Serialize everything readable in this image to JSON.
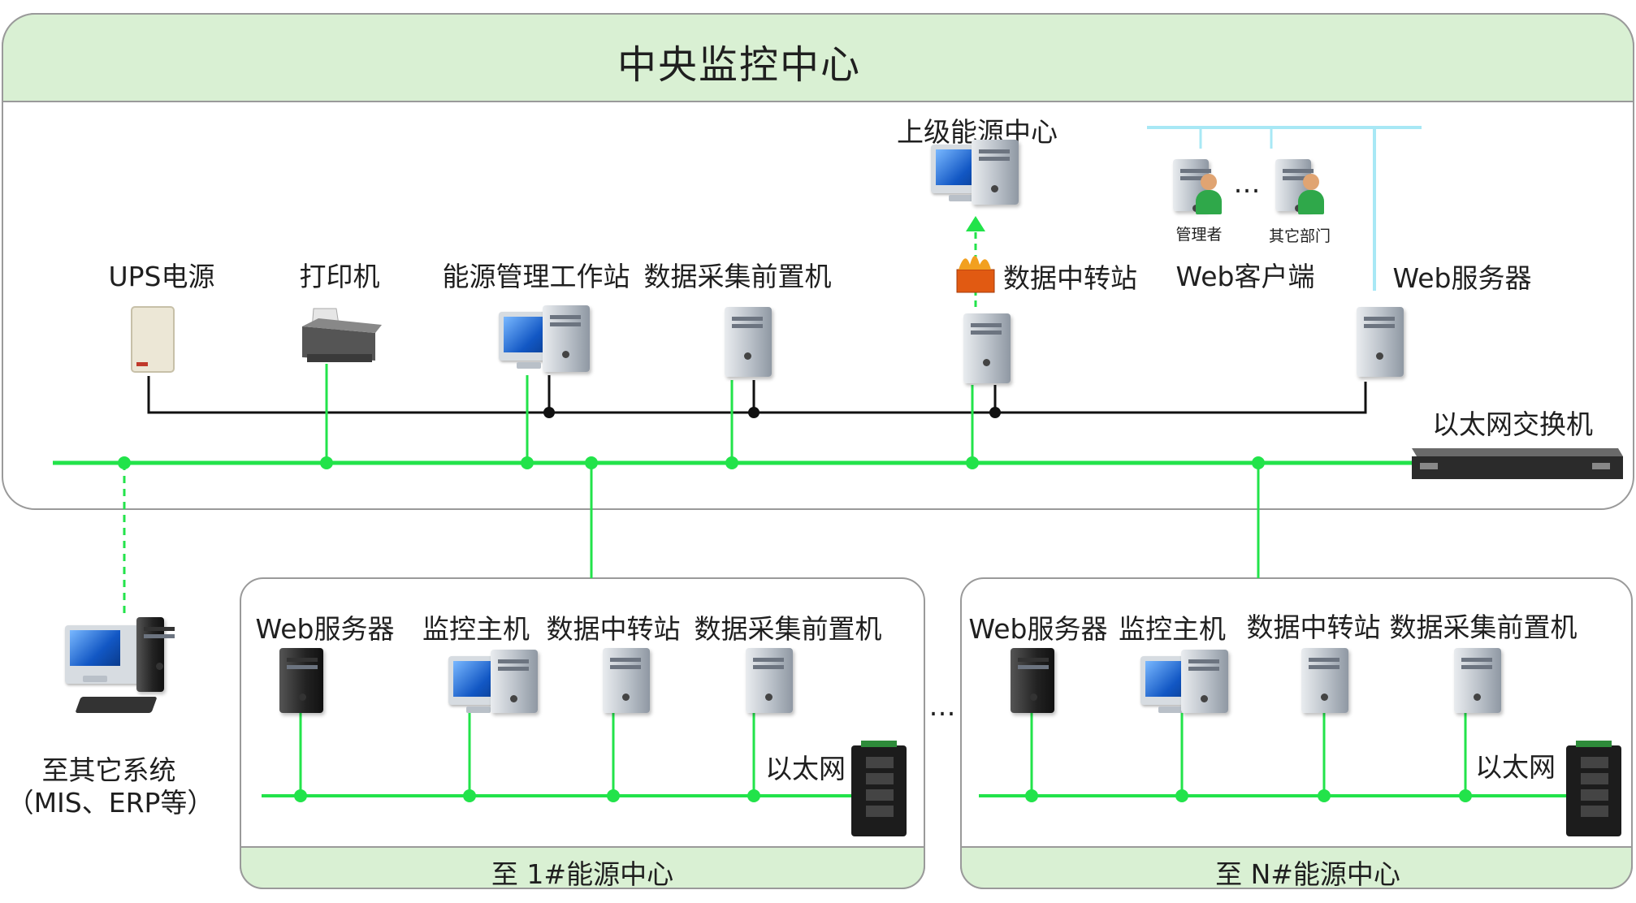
{
  "top_panel": {
    "title": "中央监控中心"
  },
  "upper_center": "上级能源中心",
  "devices": {
    "ups": "UPS电源",
    "printer": "打印机",
    "energy_workstation": "能源管理工作站",
    "data_acquisition": "数据采集前置机",
    "data_transfer": "数据中转站",
    "web_client": "Web客户端",
    "web_server": "Web服务器",
    "switch": "以太网交换机"
  },
  "web_clients": {
    "manager": "管理者",
    "other_dept": "其它部门",
    "ellipsis": "…"
  },
  "other_system": {
    "line1": "至其它系统",
    "line2": "（MIS、ERP等）"
  },
  "substations": [
    {
      "footer": "至 1#能源中心",
      "web_server": "Web服务器",
      "monitor_host": "监控主机",
      "data_transfer": "数据中转站",
      "data_acquisition": "数据采集前置机",
      "ethernet": "以太网"
    },
    {
      "footer": "至 N#能源中心",
      "web_server": "Web服务器",
      "monitor_host": "监控主机",
      "data_transfer": "数据中转站",
      "data_acquisition": "数据采集前置机",
      "ethernet": "以太网"
    }
  ],
  "between_ellipsis": "…",
  "colors": {
    "bus_green": "#22e34a",
    "panel_fill": "#d9f0d3",
    "black_line": "#111111",
    "panel_border": "#9a9a9a",
    "light_blue": "#a8e8f5"
  }
}
